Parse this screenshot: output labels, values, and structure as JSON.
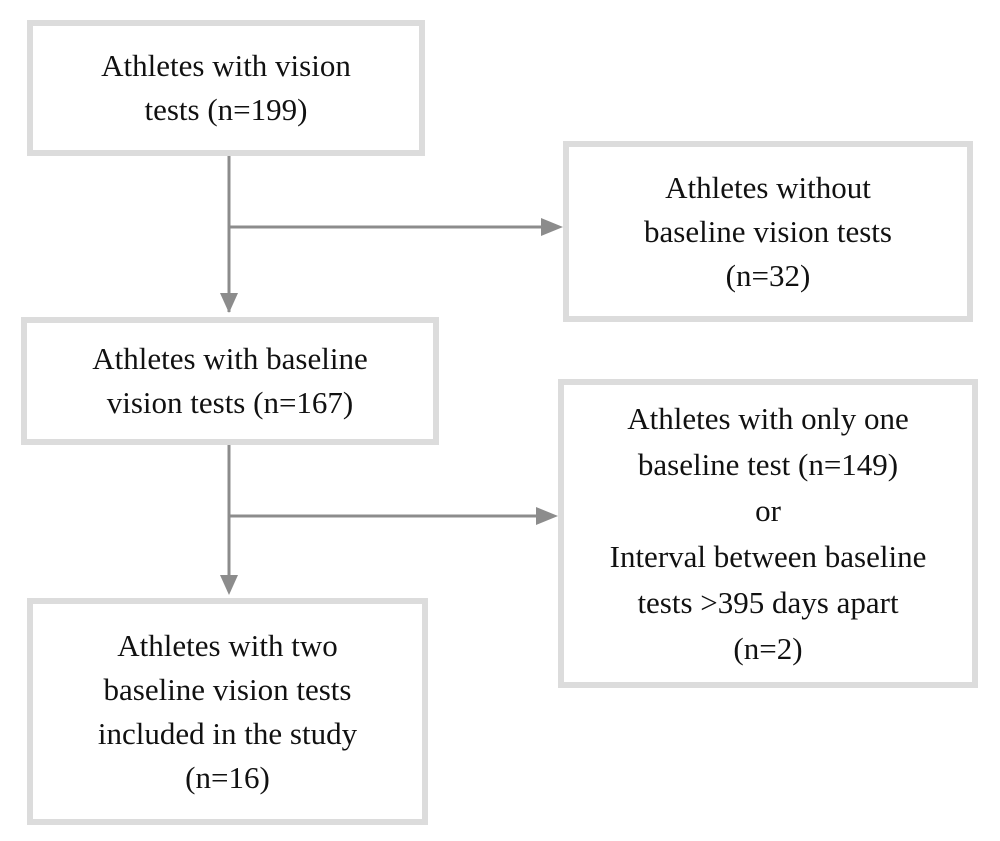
{
  "boxes": {
    "vision_tests": {
      "lines": [
        "Athletes with vision",
        "tests (n=199)"
      ]
    },
    "without_baseline": {
      "lines": [
        "Athletes without",
        "baseline vision tests",
        "(n=32)"
      ]
    },
    "with_baseline": {
      "lines": [
        "Athletes with baseline",
        "vision tests (n=167)"
      ]
    },
    "excluded": {
      "lines": [
        "Athletes with only one",
        "baseline test (n=149)",
        "or",
        "Interval between baseline",
        "tests >395 days apart",
        "(n=2)"
      ]
    },
    "included": {
      "lines": [
        "Athletes with two",
        "baseline vision tests",
        "included in the study",
        "(n=16)"
      ]
    }
  },
  "colors": {
    "box_border": "#dcdcdc",
    "arrow": "#8c8c8c",
    "text": "#111111"
  }
}
